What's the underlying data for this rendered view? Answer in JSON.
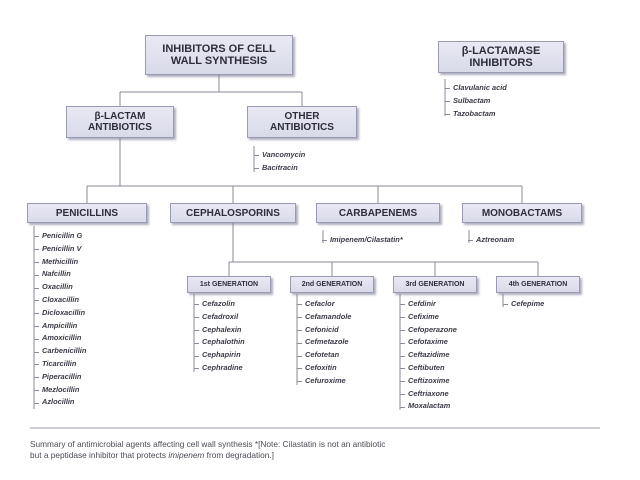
{
  "root": {
    "line1": "INHIBITORS OF CELL",
    "line2": "WALL SYNTHESIS"
  },
  "beta_lactamase_inhibitors": {
    "line1": "β-LACTAMASE",
    "line2": "INHIBITORS",
    "items": [
      "Clavulanic acid",
      "Sulbactam",
      "Tazobactam"
    ]
  },
  "beta_lactam": {
    "line1": "β-LACTAM",
    "line2": "ANTIBIOTICS"
  },
  "other_antibiotics": {
    "line1": "OTHER",
    "line2": "ANTIBIOTICS",
    "items": [
      "Vancomycin",
      "Bacitracin"
    ]
  },
  "penicillins": {
    "label": "PENICILLINS",
    "items": [
      "Penicillin G",
      "Penicillin V",
      "Methicillin",
      "Nafcillin",
      "Oxacillin",
      "Cloxacillin",
      "Dicloxacillin",
      "Ampicillin",
      "Amoxicillin",
      "Carbenicillin",
      "Ticarcillin",
      "Piperacillin",
      "Mezlocillin",
      "Azlocillin"
    ]
  },
  "cephalosporins": {
    "label": "CEPHALOSPORINS",
    "generations": [
      {
        "label": "1st GENERATION",
        "items": [
          "Cefazolin",
          "Cefadroxil",
          "Cephalexin",
          "Cephalothin",
          "Cephapirin",
          "Cephradine"
        ]
      },
      {
        "label": "2nd GENERATION",
        "items": [
          "Cefaclor",
          "Cefamandole",
          "Cefonicid",
          "Cefmetazole",
          "Cefotetan",
          "Cefoxitin",
          "Cefuroxime"
        ]
      },
      {
        "label": "3rd GENERATION",
        "items": [
          "Cefdinir",
          "Cefixime",
          "Cefoperazone",
          "Cefotaxime",
          "Ceftazidime",
          "Ceftibuten",
          "Ceftizoxime",
          "Ceftriaxone",
          "Moxalactam"
        ]
      },
      {
        "label": "4th GENERATION",
        "items": [
          "Cefepime"
        ]
      }
    ]
  },
  "carbapenems": {
    "label": "CARBAPENEMS",
    "items": [
      "Imipenem/Cilastatin*"
    ]
  },
  "monobactams": {
    "label": "MONOBACTAMS",
    "items": [
      "Aztreonam"
    ]
  },
  "caption": {
    "part1": "Summary of antimicrobial agents affecting cell wall synthesis  *[Note: Cilastatin is not an antibiotic",
    "part2": "but a peptidase inhibitor that protects ",
    "part3": "imipenem",
    "part4": " from degradation.]"
  }
}
